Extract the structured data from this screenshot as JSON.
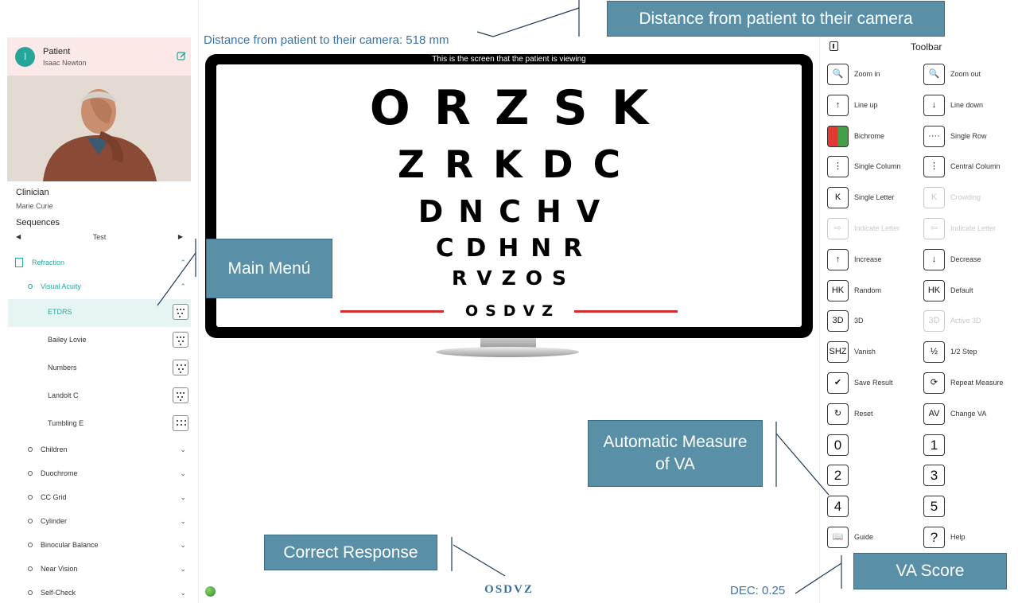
{
  "sidebar": {
    "patient": {
      "avatar_initial": "I",
      "title": "Patient",
      "name": "Isaac Newton"
    },
    "clinician": {
      "title": "Clinician",
      "name": "Marie Curie"
    },
    "sequences": {
      "title": "Sequences",
      "current": "Test"
    },
    "menu": {
      "refraction": "Refraction",
      "visual_acuity": "Visual Acuity",
      "charts": [
        "ETDRS",
        "Bailey Lovie",
        "Numbers",
        "Landolt C",
        "Tumbling E"
      ],
      "groups": [
        "Children",
        "Duochrome",
        "CC Grid",
        "Cylinder",
        "Binocular Balance",
        "Near Vision",
        "Self-Check"
      ]
    }
  },
  "main": {
    "distance": "Distance from patient to their camera: 518 mm",
    "monitor_caption": "This is the screen that the patient is viewing",
    "chart_rows": [
      "ORZSK",
      "ZRKDC",
      "DNCHV",
      "CDHNR",
      "RVZOS",
      "OSDVZ"
    ],
    "correct_response": "OSDVZ",
    "va_score": "DEC: 0.25"
  },
  "toolbar": {
    "title": "Toolbar",
    "tools": [
      {
        "label": "Zoom in",
        "glyph": "🔍",
        "enabled": true
      },
      {
        "label": "Zoom out",
        "glyph": "🔍",
        "enabled": true
      },
      {
        "label": "Line up",
        "glyph": "↑",
        "enabled": true
      },
      {
        "label": "Line down",
        "glyph": "↓",
        "enabled": true
      },
      {
        "label": "Bichrome",
        "glyph": "",
        "enabled": true
      },
      {
        "label": "Single Row",
        "glyph": "····",
        "enabled": true
      },
      {
        "label": "Single Column",
        "glyph": "⋮",
        "enabled": true
      },
      {
        "label": "Central Column",
        "glyph": "⋮",
        "enabled": true
      },
      {
        "label": "Single Letter",
        "glyph": "K",
        "enabled": true
      },
      {
        "label": "Crowding",
        "glyph": "K",
        "enabled": false
      },
      {
        "label": "Indicate Letter",
        "glyph": "⇨",
        "enabled": false
      },
      {
        "label": "Indicate Letter",
        "glyph": "⇦",
        "enabled": false
      },
      {
        "label": "Increase",
        "glyph": "↑",
        "enabled": true
      },
      {
        "label": "Decrease",
        "glyph": "↓",
        "enabled": true
      },
      {
        "label": "Random",
        "glyph": "HK",
        "enabled": true
      },
      {
        "label": "Default",
        "glyph": "HK",
        "enabled": true
      },
      {
        "label": "3D",
        "glyph": "3D",
        "enabled": true
      },
      {
        "label": "Active 3D",
        "glyph": "3D",
        "enabled": false
      },
      {
        "label": "Vanish",
        "glyph": "SHZ",
        "enabled": true
      },
      {
        "label": "1/2 Step",
        "glyph": "½",
        "enabled": true
      },
      {
        "label": "Save Result",
        "glyph": "✔",
        "enabled": true
      },
      {
        "label": "Repeat Measure",
        "glyph": "⟳",
        "enabled": true
      },
      {
        "label": "Reset",
        "glyph": "↻",
        "enabled": true
      },
      {
        "label": "Change VA",
        "glyph": "AV",
        "enabled": true
      },
      {
        "label": "",
        "glyph": "0",
        "enabled": true
      },
      {
        "label": "",
        "glyph": "1",
        "enabled": true
      },
      {
        "label": "",
        "glyph": "2",
        "enabled": true
      },
      {
        "label": "",
        "glyph": "3",
        "enabled": true
      },
      {
        "label": "",
        "glyph": "4",
        "enabled": true
      },
      {
        "label": "",
        "glyph": "5",
        "enabled": true
      },
      {
        "label": "Guide",
        "glyph": "📖",
        "enabled": true
      },
      {
        "label": "Help",
        "glyph": "?",
        "enabled": true
      }
    ]
  },
  "annotations": {
    "distance_callout": "Distance from patient to their camera",
    "main_menu": "Main Menú",
    "auto_measure": "Automatic Measure of VA",
    "correct_response": "Correct Response",
    "va_score": "VA Score"
  },
  "colors": {
    "accent": "#26a69a",
    "distance_text": "#3b72a8",
    "callout": "#5a8fa8",
    "chart_red_line": "#d32f2f"
  }
}
